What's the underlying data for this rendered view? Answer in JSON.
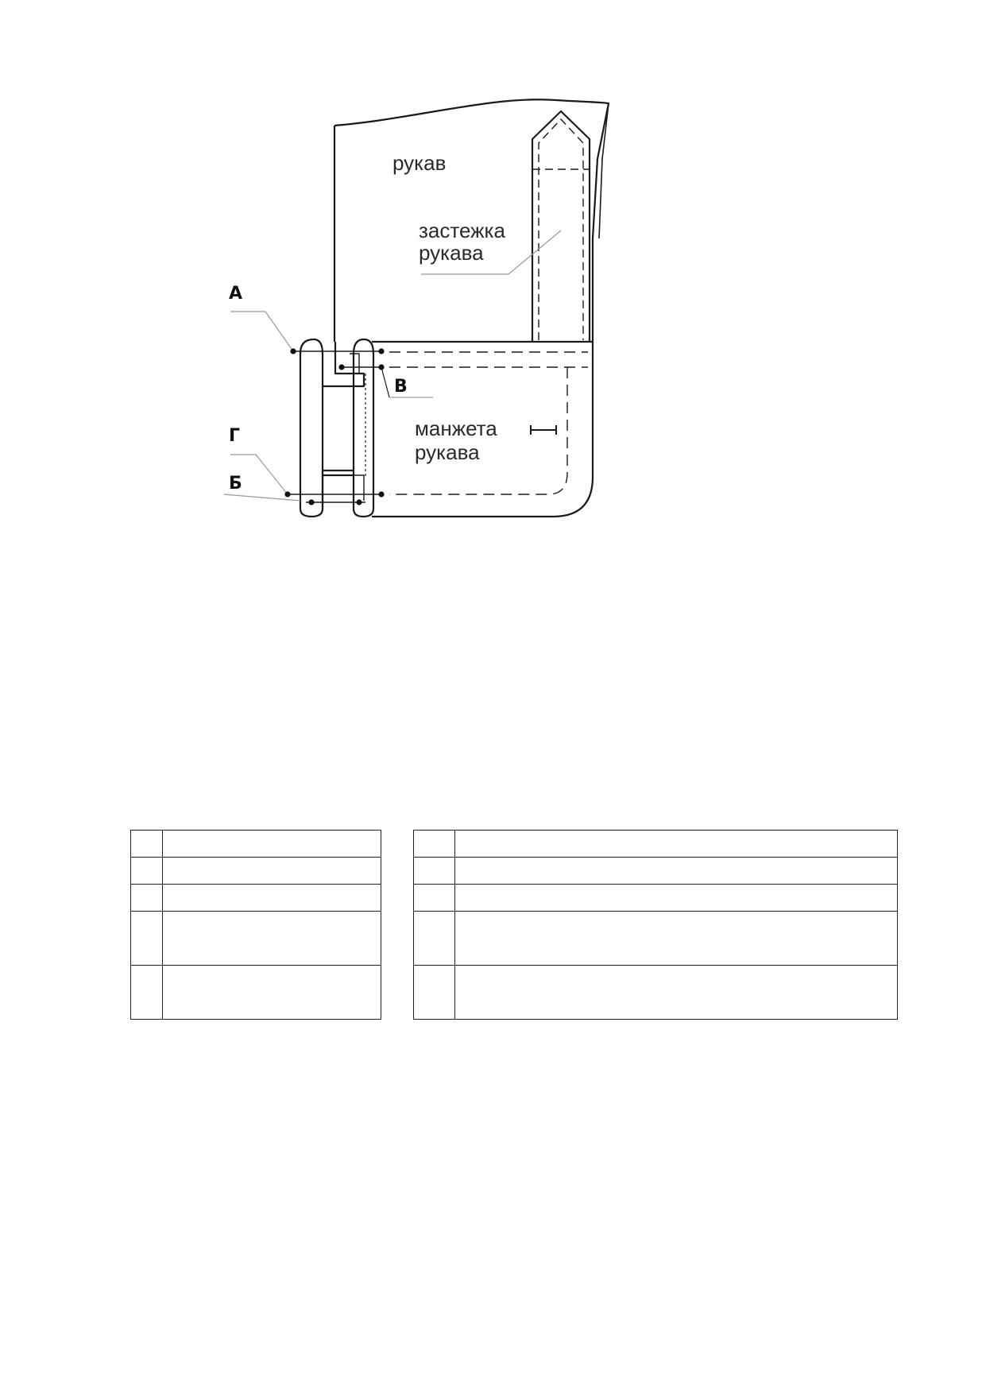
{
  "labels": {
    "sleeve": "рукав",
    "placket_line1": "застежка",
    "placket_line2": "рукава",
    "cuff_line1": "манжета",
    "cuff_line2": "рукава"
  },
  "points": {
    "a": "А",
    "b": "Б",
    "v": "В",
    "g": "Г"
  },
  "table_left": {
    "rows": [
      [
        "",
        ""
      ],
      [
        "",
        ""
      ],
      [
        "",
        ""
      ],
      [
        "",
        ""
      ],
      [
        "",
        ""
      ]
    ]
  },
  "table_right": {
    "rows": [
      [
        "",
        ""
      ],
      [
        "",
        ""
      ],
      [
        "",
        ""
      ],
      [
        "",
        ""
      ],
      [
        "",
        ""
      ]
    ]
  }
}
